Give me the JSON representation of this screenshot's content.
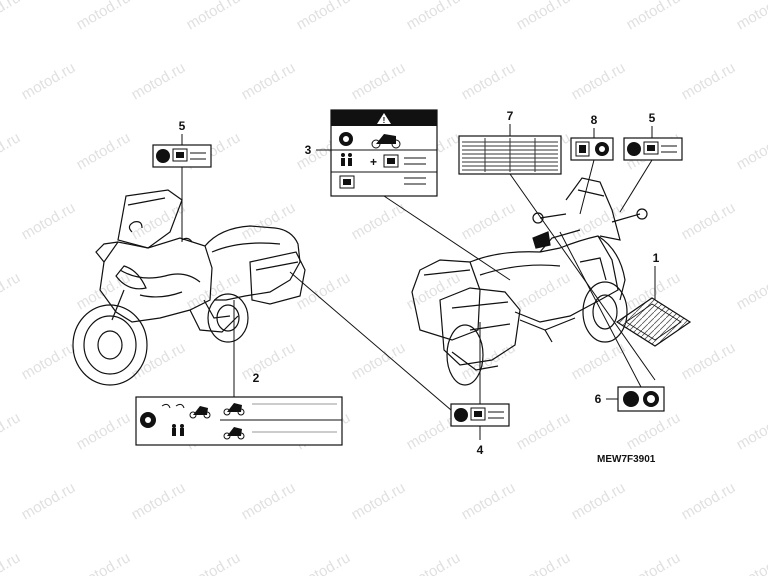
{
  "watermark": "motod.ru",
  "diagram_code": "MEW7F3901",
  "callouts": [
    {
      "id": "c1",
      "label": "1"
    },
    {
      "id": "c2",
      "label": "2"
    },
    {
      "id": "c3",
      "label": "3"
    },
    {
      "id": "c4",
      "label": "4"
    },
    {
      "id": "c5a",
      "label": "5"
    },
    {
      "id": "c5b",
      "label": "5"
    },
    {
      "id": "c6",
      "label": "6"
    },
    {
      "id": "c7",
      "label": "7"
    },
    {
      "id": "c8",
      "label": "8"
    }
  ],
  "colors": {
    "line": "#111111",
    "watermark": "#c8c8c8",
    "label_bg": "#ffffff",
    "warning_band": "#111111"
  }
}
